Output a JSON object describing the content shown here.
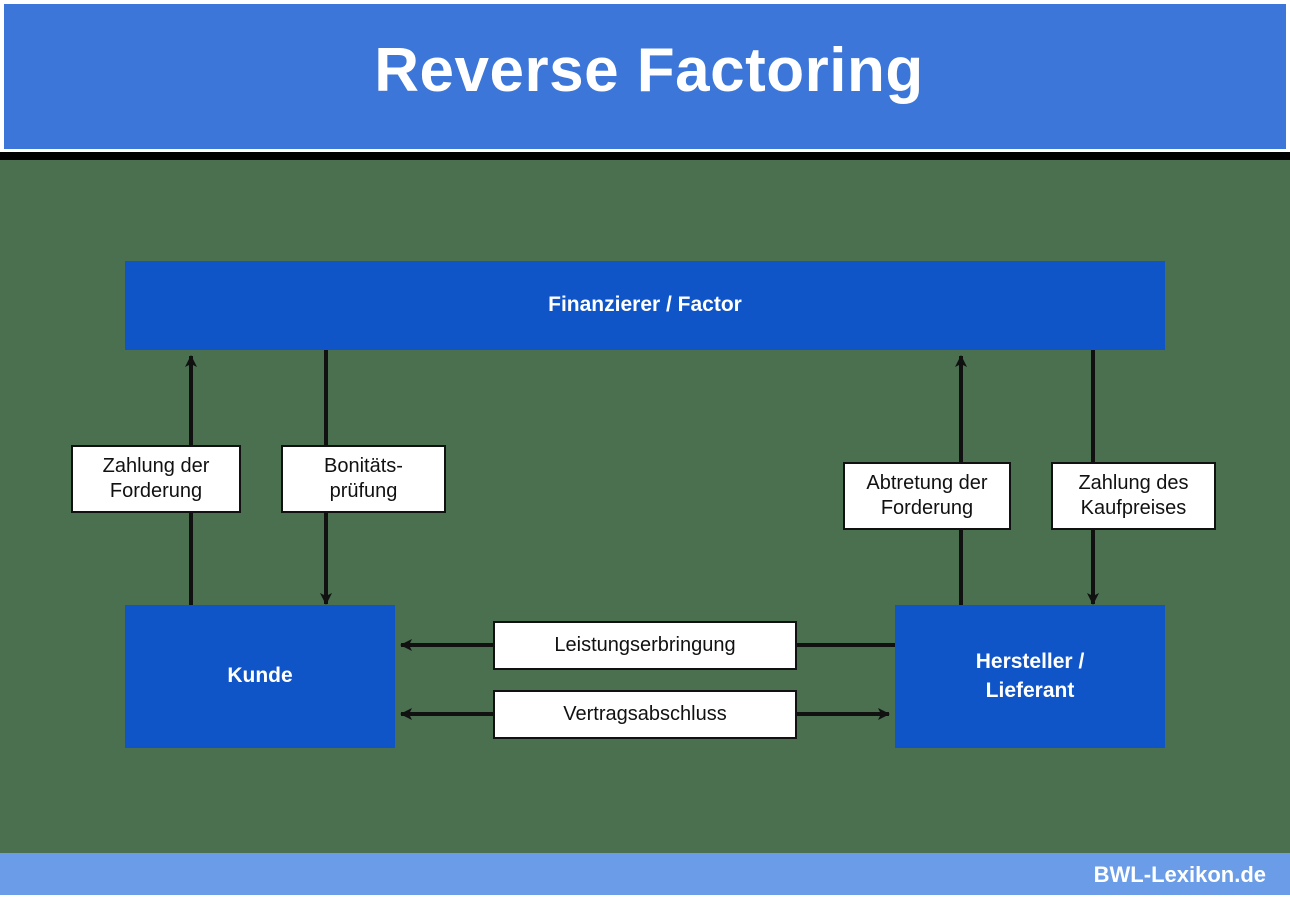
{
  "header": {
    "title": "Reverse Factoring",
    "background_color": "#3b76d8"
  },
  "canvas": {
    "background_color": "#4a7050"
  },
  "diagram": {
    "type": "flow-diagram",
    "title": "Reverse Factoring",
    "entity_color": "#1055c8",
    "label_box_color": "#ffffff",
    "line_color": "#111111",
    "entities": [
      {
        "id": "factor",
        "label": "Finanzierer / Factor"
      },
      {
        "id": "kunde",
        "label": "Kunde"
      },
      {
        "id": "hersteller",
        "label": "Hersteller / Lieferant"
      }
    ],
    "flows": [
      {
        "id": "zahlung-der-forderung",
        "label": "Zahlung der Forderung",
        "from": "kunde",
        "to": "factor",
        "direction": "up"
      },
      {
        "id": "bonitaetspruefung",
        "label": "Bonitäts- prüfung",
        "label_line1": "Bonitäts-",
        "label_line2": "prüfung",
        "from": "factor",
        "to": "kunde",
        "direction": "down"
      },
      {
        "id": "abtretung-der-forderung",
        "label": "Abtretung der Forderung",
        "from": "hersteller",
        "to": "factor",
        "direction": "up"
      },
      {
        "id": "zahlung-des-kaufpreises",
        "label": "Zahlung des Kaufpreises",
        "from": "factor",
        "to": "hersteller",
        "direction": "down"
      },
      {
        "id": "leistungserbringung",
        "label": "Leistungserbringung",
        "from": "hersteller",
        "to": "kunde",
        "direction": "left"
      },
      {
        "id": "vertragsabschluss",
        "label": "Vertragsabschluss",
        "from": "kunde",
        "to": "hersteller",
        "direction": "both"
      }
    ]
  },
  "labels": {
    "factor": "Finanzierer / Factor",
    "kunde": "Kunde",
    "hersteller_line1": "Hersteller /",
    "hersteller_line2": "Lieferant",
    "zahlung_forderung_line1": "Zahlung der",
    "zahlung_forderung_line2": "Forderung",
    "bonitaet_line1": "Bonitäts-",
    "bonitaet_line2": "prüfung",
    "abtretung_line1": "Abtretung der",
    "abtretung_line2": "Forderung",
    "kaufpreis_line1": "Zahlung des",
    "kaufpreis_line2": "Kaufpreises",
    "leistungserbringung": "Leistungserbringung",
    "vertragsabschluss": "Vertragsabschluss"
  },
  "footer": {
    "credit": "BWL-Lexikon.de",
    "background_color": "#6a9ce8"
  }
}
